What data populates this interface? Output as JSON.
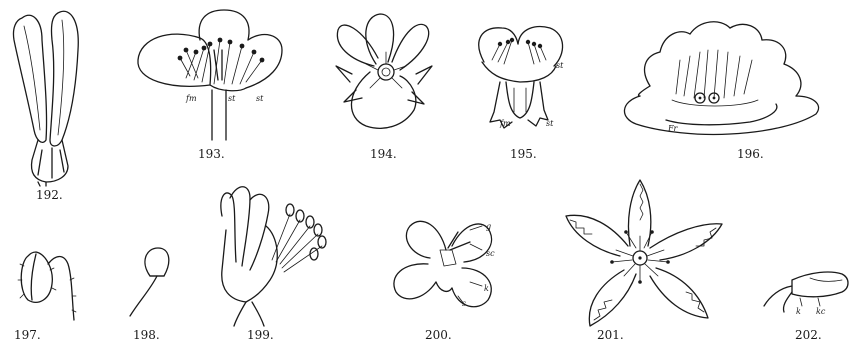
{
  "figures": [
    {
      "id": "192",
      "caption": "192.",
      "labels": []
    },
    {
      "id": "193",
      "caption": "193.",
      "labels": [
        "fm",
        "st",
        "st"
      ]
    },
    {
      "id": "194",
      "caption": "194.",
      "labels": []
    },
    {
      "id": "195",
      "caption": "195.",
      "labels": [
        "st",
        "fm",
        "st",
        "st"
      ]
    },
    {
      "id": "196",
      "caption": "196.",
      "labels": [
        "Fr"
      ]
    },
    {
      "id": "197",
      "caption": "197.",
      "labels": []
    },
    {
      "id": "198",
      "caption": "198.",
      "labels": []
    },
    {
      "id": "199",
      "caption": "199.",
      "labels": []
    },
    {
      "id": "200",
      "caption": "200.",
      "labels": [
        "g",
        "sc",
        "k",
        "s"
      ]
    },
    {
      "id": "201",
      "caption": "201.",
      "labels": []
    },
    {
      "id": "202",
      "caption": "202.",
      "labels": [
        "k",
        "kc"
      ]
    }
  ]
}
